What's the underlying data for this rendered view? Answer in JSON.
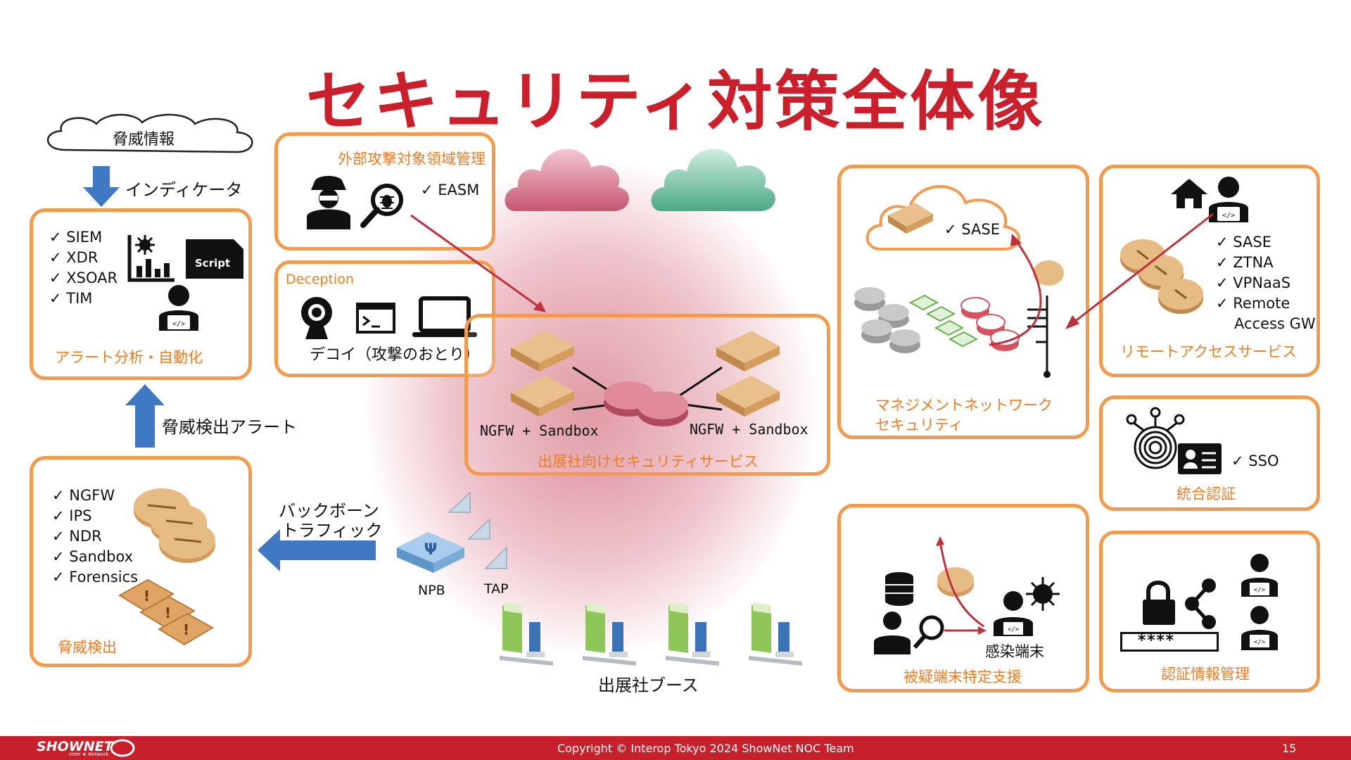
{
  "title": "セキュリティ対策全体像",
  "left": {
    "threat_intel_cloud": "脅威情報",
    "indicator_label": "インディケータ",
    "alert_box": {
      "items": [
        "SIEM",
        "XDR",
        "XSOAR",
        "TIM"
      ],
      "script_label": "Script",
      "caption": "アラート分析・自動化"
    },
    "alert_arrow_label": "脅威検出アラート",
    "detect_box": {
      "items": [
        "NGFW",
        "IPS",
        "NDR",
        "Sandbox",
        "Forensics"
      ],
      "caption": "脅威検出"
    },
    "backbone_label_1": "バックボーン",
    "backbone_label_2": "トラフィック"
  },
  "center": {
    "easm_box": {
      "caption": "外部攻撃対象領域管理",
      "item": "EASM"
    },
    "deception_box": {
      "caption": "Deception",
      "subcaption": "デコイ（攻撃のおとり）"
    },
    "service_box": {
      "left_label": "NGFW + Sandbox",
      "right_label": "NGFW + Sandbox",
      "caption": "出展社向けセキュリティサービス"
    },
    "npb_label": "NPB",
    "tap_label": "TAP",
    "booth_label": "出展社ブース"
  },
  "right": {
    "mgmt_box": {
      "sase_label": "SASE",
      "caption_1": "マネジメントネットワーク",
      "caption_2": "セキュリティ"
    },
    "remote_box": {
      "items": [
        "SASE",
        "ZTNA",
        "VPNaaS",
        "Remote",
        "Access GW"
      ],
      "caption": "リモートアクセスサービス"
    },
    "sso_box": {
      "item": "SSO",
      "caption": "統合認証"
    },
    "suspect_box": {
      "infected_label": "感染端末",
      "caption": "被疑端末特定支援"
    },
    "cred_box": {
      "password_mask": "****",
      "caption": "認証情報管理"
    }
  },
  "footer": {
    "logo_text": "SHOWNET",
    "logo_sub": "Inter ★ Network",
    "copyright": "Copyright © Interop Tokyo 2024 ShowNet NOC Team",
    "page_number": "15"
  },
  "colors": {
    "accent_red": "#cc1f2c",
    "box_border": "#f39a4c",
    "caption_orange": "#ee7c22",
    "arrow_blue": "#3f78c3",
    "arrow_red": "#c0303a"
  }
}
